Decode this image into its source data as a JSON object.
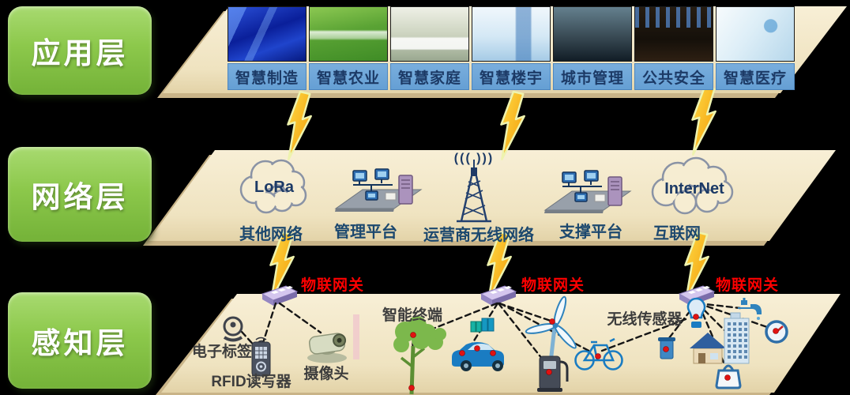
{
  "layers": {
    "application": {
      "label": "应用层"
    },
    "network": {
      "label": "网络层"
    },
    "perception": {
      "label": "感知层"
    }
  },
  "application": {
    "tiles": [
      {
        "label": "智慧制造",
        "photo": "circuit-board-machine"
      },
      {
        "label": "智慧农业",
        "photo": "farm-greenhouses"
      },
      {
        "label": "智慧家庭",
        "photo": "smart-home-interior"
      },
      {
        "label": "智慧楼宇",
        "photo": "building-illustration"
      },
      {
        "label": "城市管理",
        "photo": "city-skyline"
      },
      {
        "label": "公共安全",
        "photo": "monitoring-control-room"
      },
      {
        "label": "智慧医疗",
        "photo": "medical-technology"
      }
    ]
  },
  "network": {
    "nodes": [
      {
        "icon": "cloud",
        "icon_text": "LoRa",
        "label": "其他网络"
      },
      {
        "icon": "lan-platform",
        "label": "管理平台"
      },
      {
        "icon": "radio-tower",
        "waves": "((( )))",
        "label": "运营商无线网络"
      },
      {
        "icon": "lan-platform",
        "label": "支撑平台"
      },
      {
        "icon": "cloud",
        "icon_text": "InterNet",
        "label": "互联网"
      }
    ]
  },
  "perception": {
    "gateway_label": "物联网关",
    "device_labels": {
      "tag": "电子标签",
      "rfid": "RFID读写器",
      "camera": "摄像头",
      "terminal": "智能终端",
      "sensor": "无线传感器"
    }
  },
  "colors": {
    "layer_green": "#8cc84b",
    "band_cream": "#f2e7c9",
    "tile_label_blue": "#6da3d8",
    "tile_label_text": "#1c3a66",
    "node_label_blue": "#1c486e",
    "gateway_label_red": "#ff0000",
    "lightning_yellow": "#ffc107",
    "background": "#000000"
  }
}
